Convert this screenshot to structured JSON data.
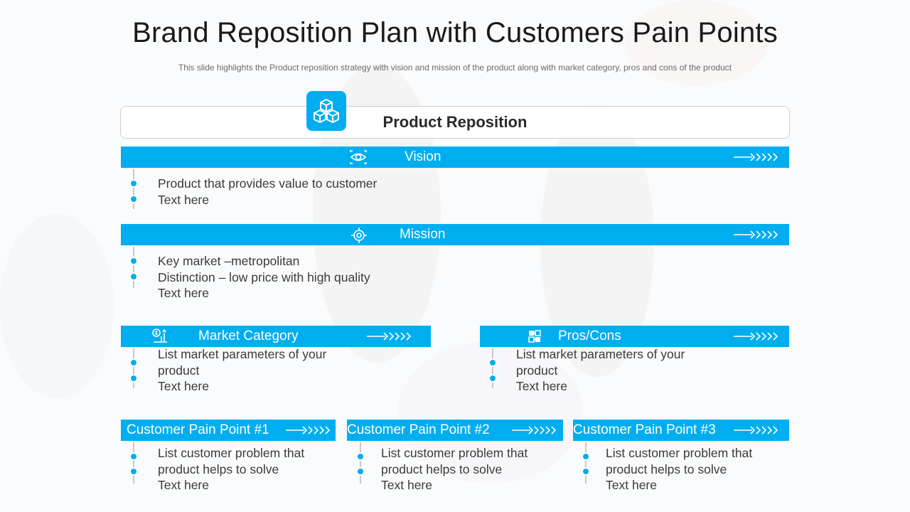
{
  "slide": {
    "title": "Brand Reposition Plan with Customers Pain Points",
    "subtitle": "This slide highlights the Product reposition strategy with vision and mission of the product along with market category, pros and cons of the product",
    "accent_color": "#00aeef"
  },
  "product_reposition": {
    "title": "Product Reposition",
    "icon": "cubes-icon"
  },
  "vision": {
    "label": "Vision",
    "icon": "eye-icon",
    "items": [
      "Product that provides value to customer",
      "Text here"
    ]
  },
  "mission": {
    "label": "Mission",
    "icon": "target-icon",
    "items": [
      "Key market –metropolitan",
      "Distinction – low price with high quality",
      "Text here"
    ]
  },
  "market_category": {
    "label": "Market Category",
    "icon": "dollar-growth-icon",
    "items": [
      "List market parameters of your",
      "product",
      "Text here"
    ]
  },
  "pros_cons": {
    "label": "Pros/Cons",
    "icon": "puzzle-icon",
    "items": [
      "List market parameters of your",
      "product",
      "Text here"
    ]
  },
  "pain_points": [
    {
      "label": "Customer Pain Point #1",
      "items": [
        "List customer problem that",
        "product helps to solve",
        "Text here"
      ]
    },
    {
      "label": "Customer Pain Point #2",
      "items": [
        "List customer problem that",
        "product helps to solve",
        "Text here"
      ]
    },
    {
      "label": "Customer Pain Point #3",
      "items": [
        "List customer problem that",
        "product helps to solve",
        "Text here"
      ]
    }
  ]
}
